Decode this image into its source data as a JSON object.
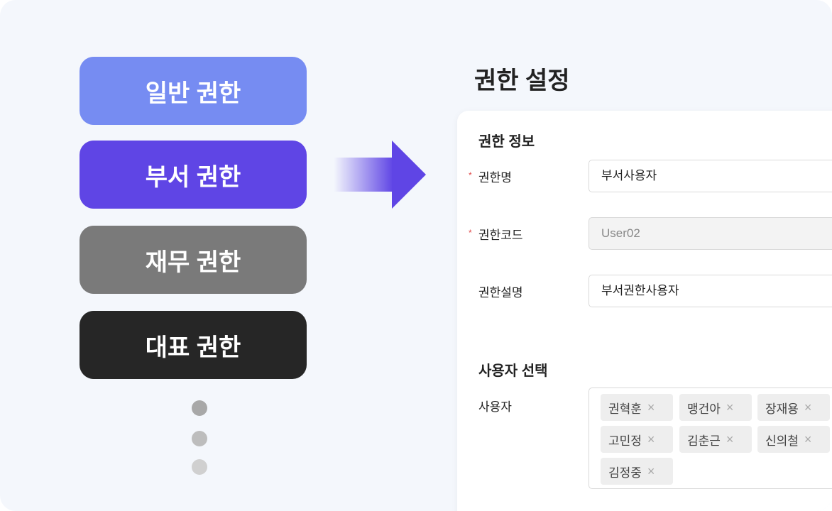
{
  "roles": [
    {
      "label": "일반 권한",
      "color": "#768cf2"
    },
    {
      "label": "부서 권한",
      "color": "#5f45e5"
    },
    {
      "label": "재무 권한",
      "color": "#7a7a7a"
    },
    {
      "label": "대표 권한",
      "color": "#262626"
    }
  ],
  "page_title": "권한 설정",
  "info": {
    "section_title": "권한 정보",
    "required_mark": "*",
    "name_label": "권한명",
    "name_value": "부서사용자",
    "code_label": "권한코드",
    "code_value": "User02",
    "desc_label": "권한설명",
    "desc_value": "부서권한사용자"
  },
  "users": {
    "section_title": "사용자 선택",
    "label": "사용자",
    "remove_glyph": "×",
    "tags": [
      "권혁훈",
      "맹건아",
      "장재용",
      "고민정",
      "김춘근",
      "신의철",
      "김정중"
    ]
  }
}
